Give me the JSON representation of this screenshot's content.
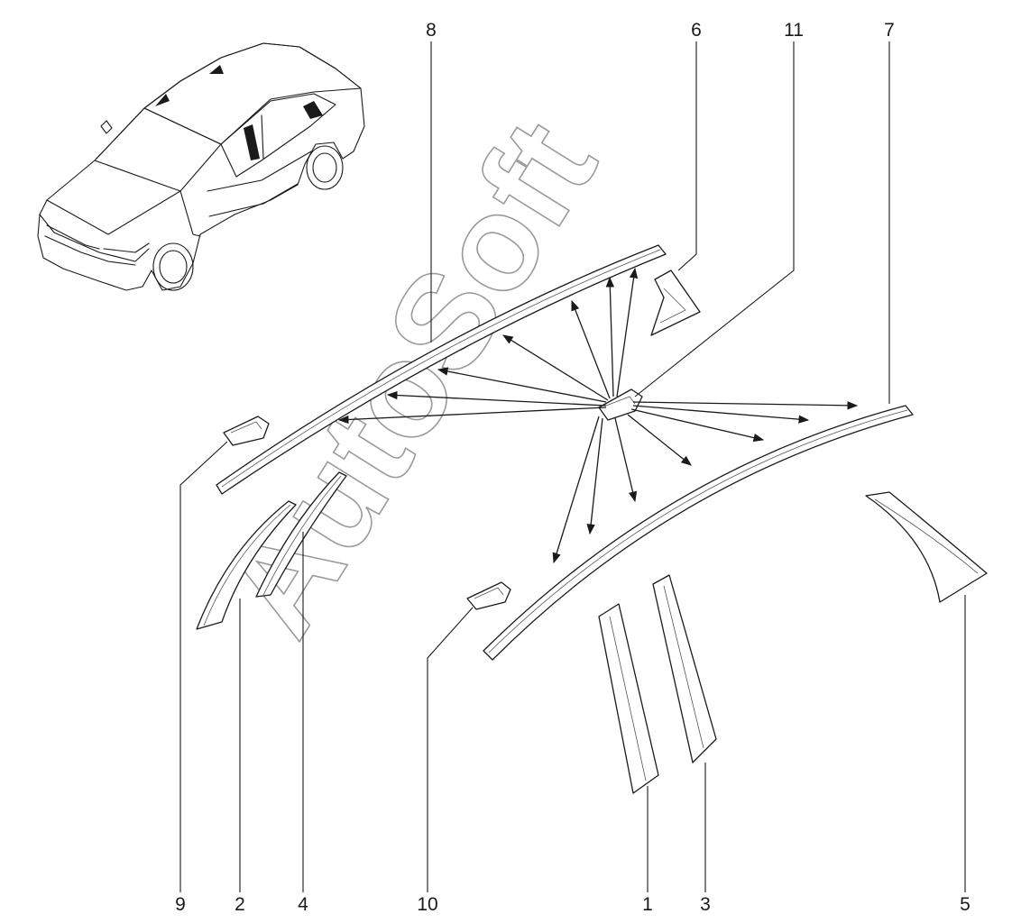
{
  "callouts": [
    {
      "id": "8",
      "label": "8"
    },
    {
      "id": "6",
      "label": "6"
    },
    {
      "id": "11",
      "label": "11"
    },
    {
      "id": "7",
      "label": "7"
    },
    {
      "id": "9",
      "label": "9"
    },
    {
      "id": "2",
      "label": "2"
    },
    {
      "id": "4",
      "label": "4"
    },
    {
      "id": "10",
      "label": "10"
    },
    {
      "id": "1",
      "label": "1"
    },
    {
      "id": "3",
      "label": "3"
    },
    {
      "id": "5",
      "label": "5"
    }
  ],
  "watermark": {
    "text": "AutoSoft"
  },
  "colors": {
    "line": "#1a1a1a",
    "watermark": "#9a9a9a",
    "background": "#ffffff"
  }
}
